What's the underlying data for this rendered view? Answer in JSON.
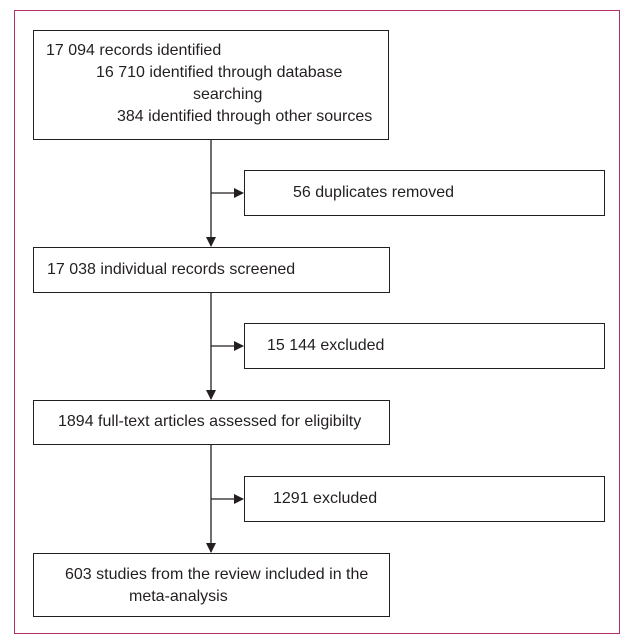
{
  "flowchart": {
    "identified": {
      "line1": "17 094 records identified",
      "line2": "16 710 identified through database",
      "line3": "searching",
      "line4": "384 identified through other sources"
    },
    "duplicates": "56 duplicates removed",
    "screened": "17 038 individual records screened",
    "excluded_screening": "15 144 excluded",
    "fulltext": "1894 full-text articles assessed for eligibilty",
    "excluded_fulltext": "1291 excluded",
    "included": {
      "line1": "603 studies from the review included in the",
      "line2": "meta-analysis"
    }
  },
  "colors": {
    "frame": "#b0306a",
    "lines": "#231f20"
  }
}
